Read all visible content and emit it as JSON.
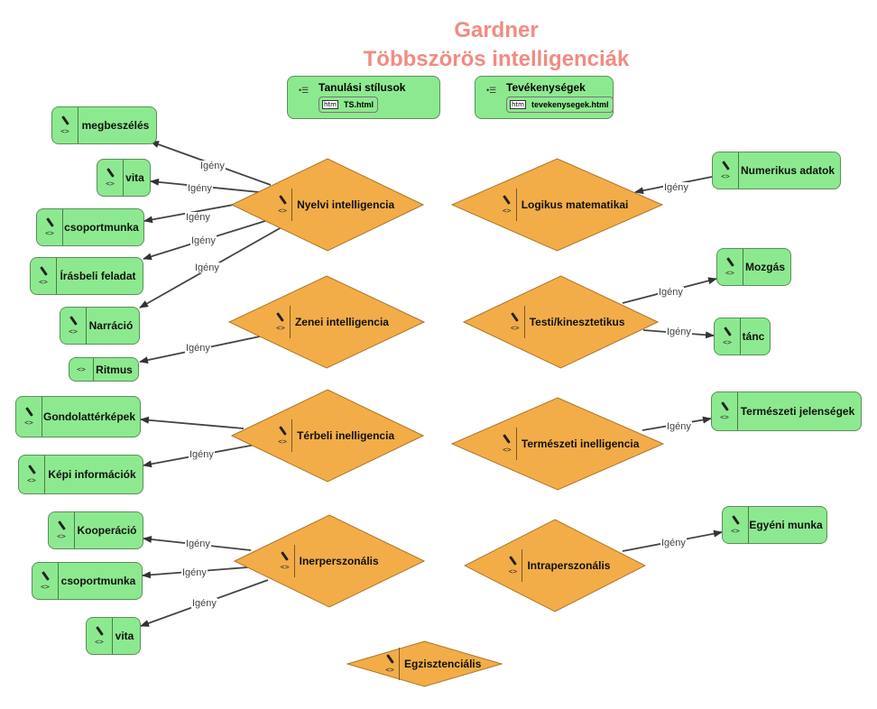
{
  "title": {
    "line1": "Gardner",
    "line2": "Többszörös intelligenciák"
  },
  "colors": {
    "intelligence": "#f2ad48",
    "resource": "#8de98f",
    "title": "#f28b82"
  },
  "edge_label": "Igény",
  "icons": {
    "node": "pen-icon",
    "code": "code-icon",
    "list": "list-icon",
    "file": "htm-file-icon"
  },
  "resources": [
    {
      "id": "ts",
      "title": "Tanulási stílusok",
      "file_badge": "htm",
      "file": "TS.html"
    },
    {
      "id": "tev",
      "title": "Tevékenységek",
      "file_badge": "htm",
      "file": "tevekenysegek.html"
    }
  ],
  "intelligences": [
    {
      "id": "nyelvi",
      "label": "Nyelvi intelligencia"
    },
    {
      "id": "logikus",
      "label": "Logikus matematikai"
    },
    {
      "id": "zenei",
      "label": "Zenei intelligencia"
    },
    {
      "id": "testi",
      "label": "Testi/kinesztetikus"
    },
    {
      "id": "terbeli",
      "label": "Térbeli inelligencia"
    },
    {
      "id": "termeszeti",
      "label": "Természeti inelligencia"
    },
    {
      "id": "inter",
      "label": "Inerperszonális"
    },
    {
      "id": "intra",
      "label": "Intraperszonális"
    },
    {
      "id": "egzisz",
      "label": "Egzisztenciális"
    }
  ],
  "activities": [
    {
      "id": "a1",
      "label": "megbeszélés"
    },
    {
      "id": "a2",
      "label": "vita"
    },
    {
      "id": "a3",
      "label": "csoportmunka"
    },
    {
      "id": "a4",
      "label": "Írásbeli feladat"
    },
    {
      "id": "a5",
      "label": "Narráció"
    },
    {
      "id": "a6",
      "label": "Ritmus"
    },
    {
      "id": "a7",
      "label": "Gondolattérképek"
    },
    {
      "id": "a8",
      "label": "Képi információk"
    },
    {
      "id": "a9",
      "label": "Kooperáció"
    },
    {
      "id": "a10",
      "label": "csoportmunka"
    },
    {
      "id": "a11",
      "label": "vita"
    },
    {
      "id": "a12",
      "label": "Numerikus adatok"
    },
    {
      "id": "a13",
      "label": "Mozgás"
    },
    {
      "id": "a14",
      "label": "tánc"
    },
    {
      "id": "a15",
      "label": "Természeti jelenségek"
    },
    {
      "id": "a16",
      "label": "Egyéni munka"
    }
  ],
  "edges": [
    {
      "from": "nyelvi",
      "to": "a1",
      "label": "Igény"
    },
    {
      "from": "nyelvi",
      "to": "a2",
      "label": "Igény"
    },
    {
      "from": "nyelvi",
      "to": "a3",
      "label": "Igény"
    },
    {
      "from": "nyelvi",
      "to": "a4",
      "label": "Igény"
    },
    {
      "from": "nyelvi",
      "to": "a5",
      "label": "Igény"
    },
    {
      "from": "zenei",
      "to": "a6",
      "label": "Igény"
    },
    {
      "from": "terbeli",
      "to": "a7",
      "label": ""
    },
    {
      "from": "terbeli",
      "to": "a8",
      "label": "Igény"
    },
    {
      "from": "inter",
      "to": "a9",
      "label": "Igény"
    },
    {
      "from": "inter",
      "to": "a10",
      "label": "Igény"
    },
    {
      "from": "inter",
      "to": "a11",
      "label": "Igény"
    },
    {
      "from": "a12",
      "to": "logikus",
      "label": "Igény"
    },
    {
      "from": "testi",
      "to": "a13",
      "label": "Igény"
    },
    {
      "from": "testi",
      "to": "a14",
      "label": "Igény"
    },
    {
      "from": "termeszeti",
      "to": "a15",
      "label": "Igény"
    },
    {
      "from": "intra",
      "to": "a16",
      "label": "Igény"
    }
  ]
}
